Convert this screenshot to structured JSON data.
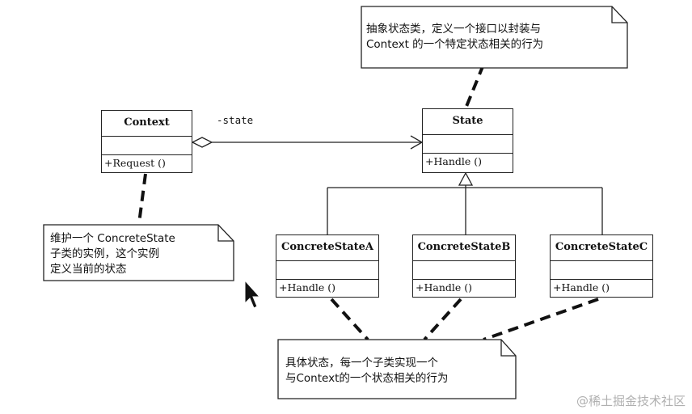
{
  "classes": {
    "context": {
      "name": "Context",
      "operation": "+Request ()"
    },
    "state": {
      "name": "State",
      "operation": "+Handle ()"
    },
    "concrete_a": {
      "name": "ConcreteStateA",
      "operation": "+Handle ()"
    },
    "concrete_b": {
      "name": "ConcreteStateB",
      "operation": "+Handle ()"
    },
    "concrete_c": {
      "name": "ConcreteStateC",
      "operation": "+Handle ()"
    }
  },
  "association": {
    "role_label": "-state"
  },
  "notes": {
    "state_note": "抽象状态类，定义一个接口以封装与\nContext 的一个特定状态相关的行为",
    "context_note": "维护一个 ConcreteState\n子类的实例，这个实例\n定义当前的状态",
    "concrete_note": "具体状态，每一个子类实现一个\n与Context的一个状态相关的行为"
  },
  "watermark": "@稀土掘金技术社区",
  "colors": {
    "line": "#222222",
    "note_fill": "#ffffff",
    "watermark": "#b0b0b0"
  }
}
